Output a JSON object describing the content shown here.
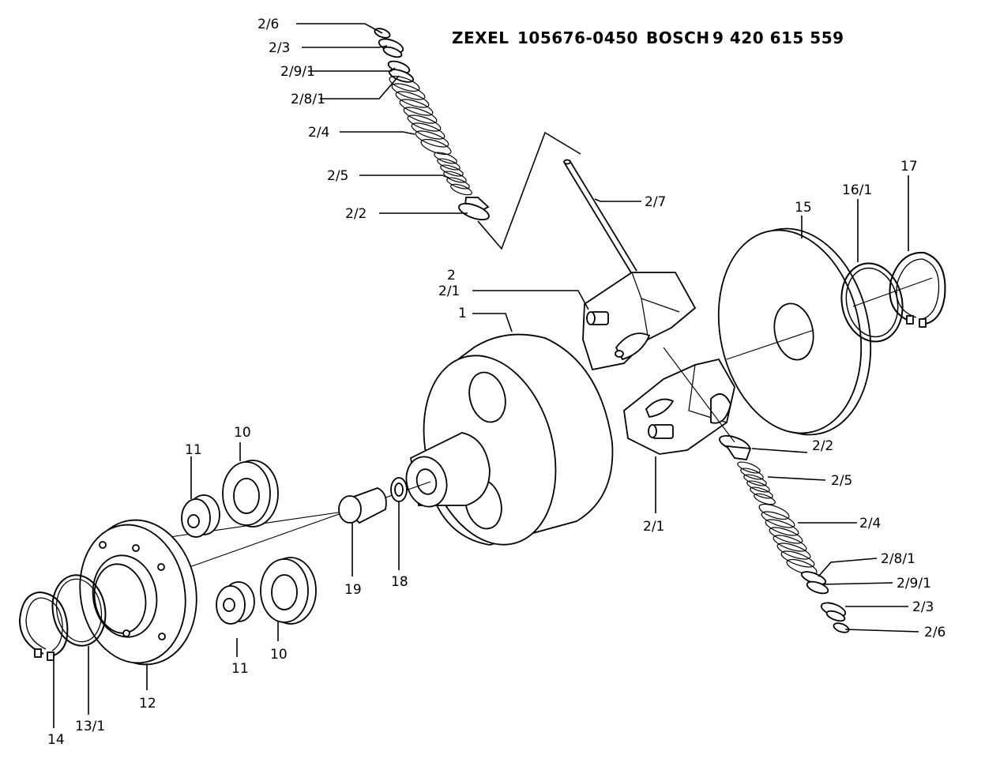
{
  "header": {
    "zexel": "ZEXEL",
    "zexel_no": "105676-0450",
    "bosch": "BOSCH",
    "bosch_no": "9 420 615 559"
  },
  "labels": {
    "upper_2_6": "2/6",
    "upper_2_3": "2/3",
    "upper_2_9_1": "2/9/1",
    "upper_2_8_1": "2/8/1",
    "upper_2_4": "2/4",
    "upper_2_5": "2/5",
    "upper_2_2": "2/2",
    "l_2_7": "2/7",
    "l_2": "2",
    "l_2_1_top": "2/1",
    "l_1": "1",
    "l_15": "15",
    "l_16_1": "16/1",
    "l_17": "17",
    "lower_2_2": "2/2",
    "lower_2_5": "2/5",
    "lower_2_4": "2/4",
    "lower_2_8_1": "2/8/1",
    "lower_2_9_1": "2/9/1",
    "lower_2_3": "2/3",
    "lower_2_6": "2/6",
    "l_2_1_bottom": "2/1",
    "l_10_top": "10",
    "l_11_top": "11",
    "l_10_bottom": "10",
    "l_11_bottom": "11",
    "l_19": "19",
    "l_18": "18",
    "l_12": "12",
    "l_13_1": "13/1",
    "l_14": "14"
  }
}
